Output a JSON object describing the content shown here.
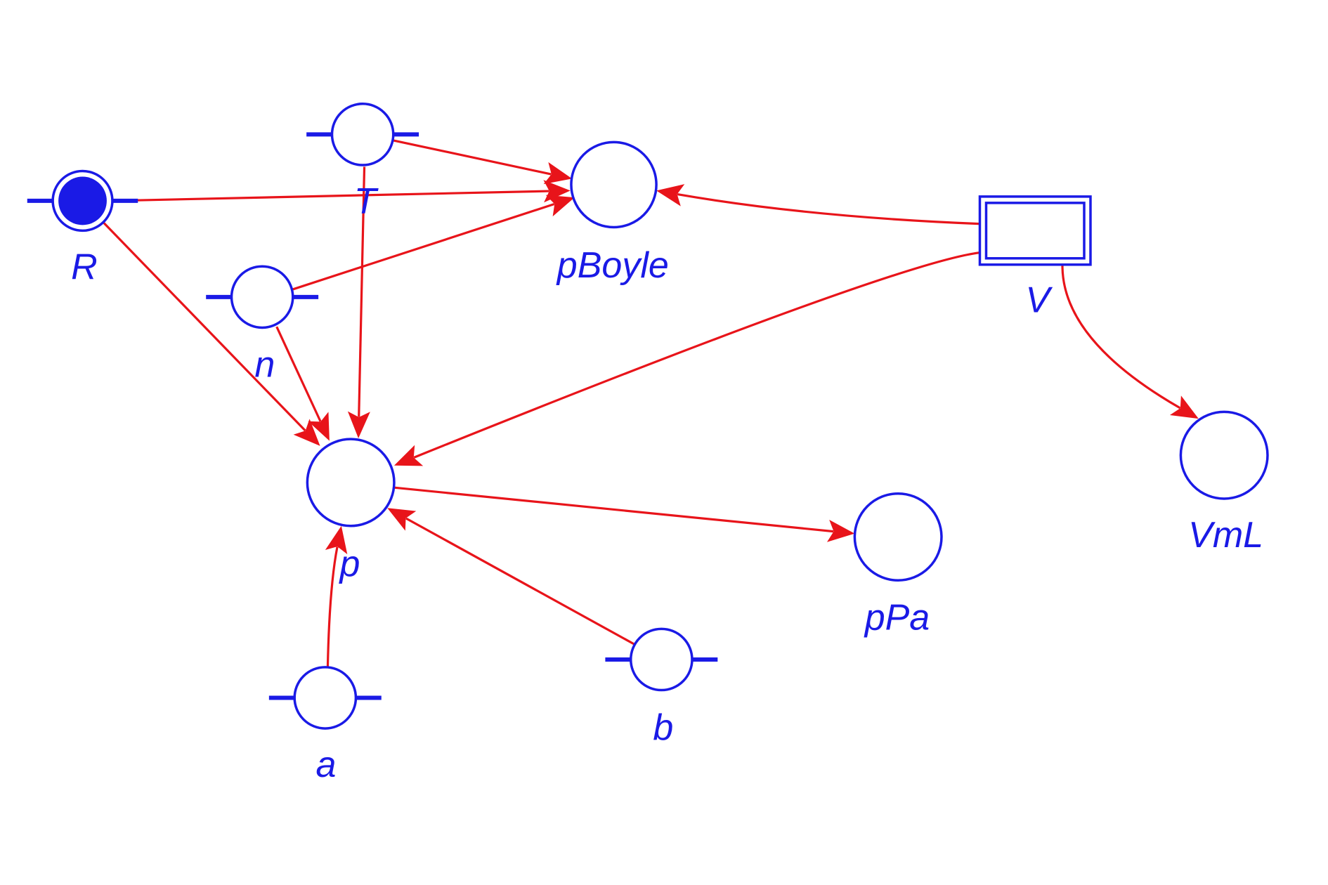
{
  "colors": {
    "node": "#1a1ae6",
    "edge": "#e8141a",
    "background": "#ffffff"
  },
  "nodes": [
    {
      "id": "R",
      "label": "R",
      "kind": "parameter-filled"
    },
    {
      "id": "T",
      "label": "T",
      "kind": "parameter"
    },
    {
      "id": "n",
      "label": "n",
      "kind": "parameter"
    },
    {
      "id": "pBoyle",
      "label": "pBoyle",
      "kind": "variable"
    },
    {
      "id": "V",
      "label": "V",
      "kind": "stock"
    },
    {
      "id": "p",
      "label": "p",
      "kind": "variable"
    },
    {
      "id": "pPa",
      "label": "pPa",
      "kind": "variable"
    },
    {
      "id": "VmL",
      "label": "VmL",
      "kind": "variable"
    },
    {
      "id": "a",
      "label": "a",
      "kind": "parameter"
    },
    {
      "id": "b",
      "label": "b",
      "kind": "parameter"
    }
  ],
  "edges": [
    {
      "from": "T",
      "to": "pBoyle"
    },
    {
      "from": "R",
      "to": "pBoyle"
    },
    {
      "from": "n",
      "to": "pBoyle"
    },
    {
      "from": "V",
      "to": "pBoyle"
    },
    {
      "from": "R",
      "to": "p"
    },
    {
      "from": "n",
      "to": "p"
    },
    {
      "from": "T",
      "to": "p"
    },
    {
      "from": "V",
      "to": "p"
    },
    {
      "from": "a",
      "to": "p"
    },
    {
      "from": "b",
      "to": "p"
    },
    {
      "from": "p",
      "to": "pPa"
    },
    {
      "from": "V",
      "to": "VmL"
    }
  ]
}
